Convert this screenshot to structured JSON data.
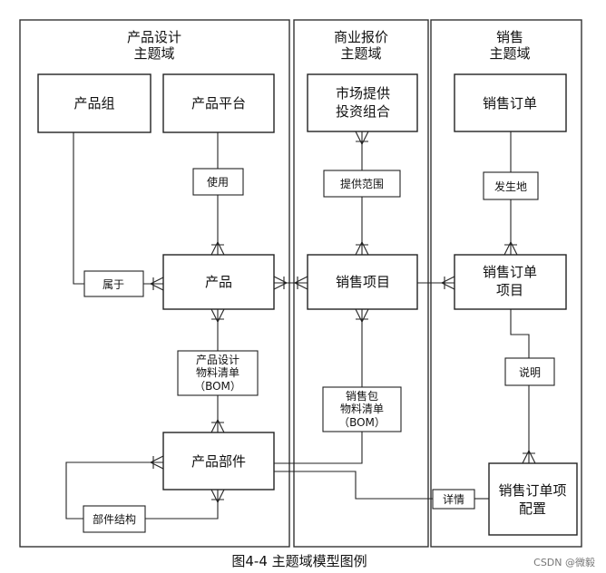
{
  "domains": {
    "product_design": [
      "产品设计",
      "主题域"
    ],
    "quote": [
      "商业报价",
      "主题域"
    ],
    "sales": [
      "销售",
      "主题域"
    ]
  },
  "entities": {
    "product_group": [
      "产品组"
    ],
    "product_platform": [
      "产品平台"
    ],
    "product": [
      "产品"
    ],
    "product_part": [
      "产品部件"
    ],
    "market_portfolio": [
      "市场提供",
      "投资组合"
    ],
    "sales_item": [
      "销售项目"
    ],
    "sales_order": [
      "销售订单"
    ],
    "sales_order_item": [
      "销售订单",
      "项目"
    ],
    "sales_order_item_config": [
      "销售订单项",
      "配置"
    ]
  },
  "relationships": {
    "use": [
      "使用"
    ],
    "belongs_to": [
      "属于"
    ],
    "design_bom": [
      "产品设计",
      "物料清单",
      "（BOM）"
    ],
    "part_structure": [
      "部件结构"
    ],
    "offer_scope": [
      "提供范围"
    ],
    "sales_bom": [
      "销售包",
      "物料清单",
      "（BOM）"
    ],
    "occurs_at": [
      "发生地"
    ],
    "explain": [
      "说明"
    ],
    "detail": [
      "详情"
    ]
  },
  "caption": "图4-4 主题域模型图例",
  "watermark": "CSDN @微毅"
}
